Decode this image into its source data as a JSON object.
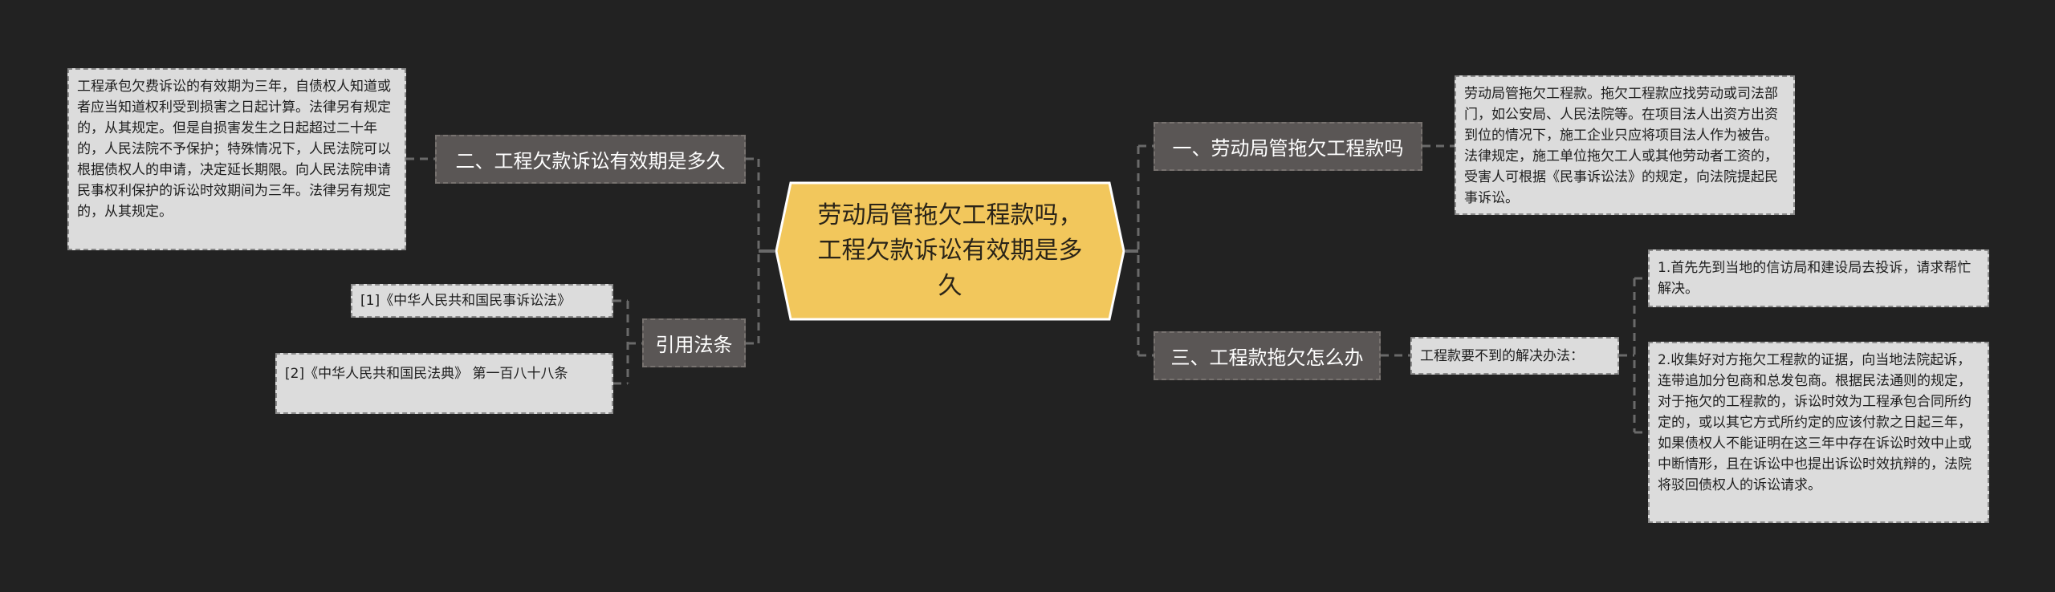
{
  "central_topic": {
    "label": "劳动局管拖欠工程款吗，工程欠款诉讼有效期是多久",
    "fill_color": "#f2c75c",
    "border_color": "#ffffff"
  },
  "left_branches": [
    {
      "label": "二、工程欠款诉讼有效期是多久",
      "children": [
        {
          "text": "工程承包欠费诉讼的有效期为三年，自债权人知道或者应当知道权利受到损害之日起计算。法律另有规定的，从其规定。但是自损害发生之日起超过二十年的，人民法院不予保护；特殊情况下，人民法院可以根据债权人的申请，决定延长期限。向人民法院申请民事权利保护的诉讼时效期间为三年。法律另有规定的，从其规定。"
        }
      ]
    },
    {
      "label": "引用法条",
      "children": [
        {
          "text": "[1]《中华人民共和国民事诉讼法》"
        },
        {
          "text": "[2]《中华人民共和国民法典》 第一百八十八条"
        }
      ]
    }
  ],
  "right_branches": [
    {
      "label": "一、劳动局管拖欠工程款吗",
      "children": [
        {
          "text": "劳动局管拖欠工程款。拖欠工程款应找劳动或司法部门，如公安局、人民法院等。在项目法人出资方出资到位的情况下，施工企业只应将项目法人作为被告。法律规定，施工单位拖欠工人或其他劳动者工资的，受害人可根据《民事诉讼法》的规定，向法院提起民事诉讼。"
        }
      ]
    },
    {
      "label": "三、工程款拖欠怎么办",
      "children": [
        {
          "text": "工程款要不到的解决办法：",
          "children": [
            {
              "text": "1.首先先到当地的信访局和建设局去投诉，请求帮忙解决。"
            },
            {
              "text": "2.收集好对方拖欠工程款的证据，向当地法院起诉，连带追加分包商和总发包商。根据民法通则的规定，对于拖欠的工程款的，诉讼时效为工程承包合同所约定的，或以其它方式所约定的应该付款之日起三年，如果债权人不能证明在这三年中存在诉讼时效中止或中断情形，且在诉讼中也提出诉讼时效抗辩的，法院将驳回债权人的诉讼请求。"
            }
          ]
        }
      ]
    }
  ],
  "colors": {
    "background": "#222222",
    "topic_fill": "#5a5655",
    "leaf_fill": "#dcdcdc",
    "connector": "#6a6a6a"
  }
}
